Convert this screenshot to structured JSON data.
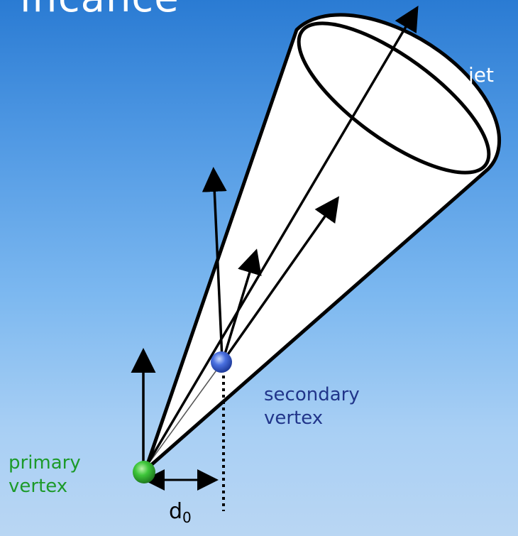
{
  "title_fragment": "ificance",
  "labels": {
    "jet": "jet",
    "secondary_vertex_line1": "secondary",
    "secondary_vertex_line2": "vertex",
    "primary_vertex_line1": "primary",
    "primary_vertex_line2": "vertex",
    "impact_parameter": "d",
    "impact_parameter_subscript": "0"
  },
  "colors": {
    "primary_vertex": "#2fbf3a",
    "secondary_vertex": "#3b5fd6",
    "cone_fill": "#ffffff",
    "lines": "#000000"
  }
}
